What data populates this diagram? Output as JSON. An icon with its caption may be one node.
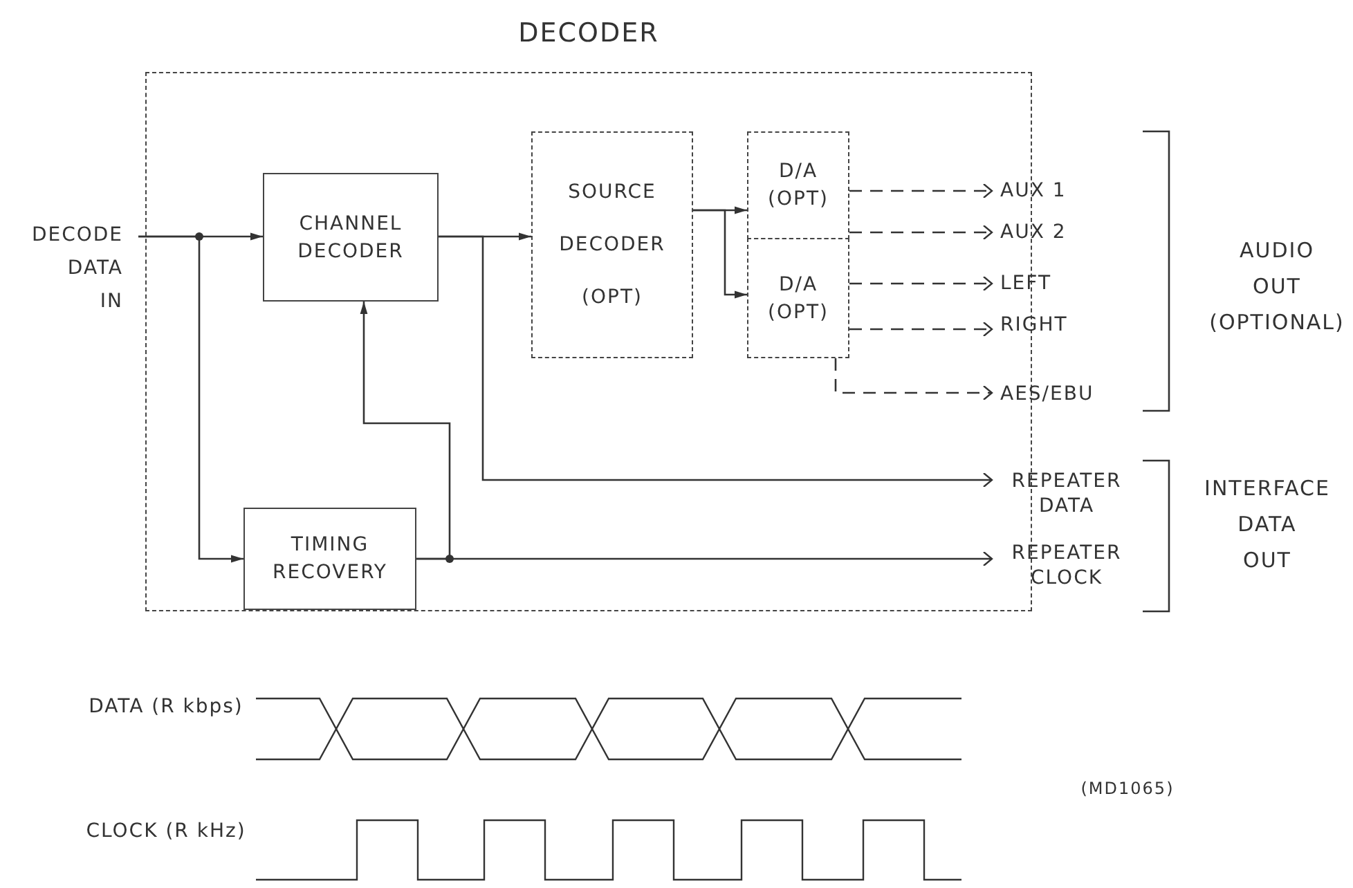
{
  "diagram": {
    "nodes": [
      {
        "text": [
          "DECODER"
        ]
      },
      {
        "text": [
          "DECODE DATA IN"
        ]
      },
      {
        "text": [
          "CHANNEL DECODER"
        ],
        "in": 0
      },
      {
        "text": [
          "SOURCE DECODER (OPT)"
        ],
        "in": 0
      },
      {
        "text": [
          "D/A (OPT)"
        ],
        "in": 0
      },
      {
        "text": [
          "D/A (OPT)"
        ],
        "in": 0
      },
      {
        "text": [
          "TIMING RECOVERY"
        ],
        "in": 0
      },
      {
        "text": [
          "AUX 1"
        ]
      },
      {
        "text": [
          "AUX 2"
        ]
      },
      {
        "text": [
          "LEFT"
        ]
      },
      {
        "text": [
          "RIGHT"
        ]
      },
      {
        "text": [
          "AES/EBU"
        ]
      },
      {
        "text": [
          "REPEATER DATA"
        ]
      },
      {
        "text": [
          "REPEATER CLOCK"
        ]
      }
    ],
    "edges": [
      {
        "from": 1,
        "to": 2,
        "arrow": "to"
      },
      {
        "from": 1,
        "to": 6,
        "arrow": "to"
      },
      {
        "from": 6,
        "to": 2,
        "arrow": "to"
      },
      {
        "from": 2,
        "to": 3,
        "arrow": "to"
      },
      {
        "from": 2,
        "to": 12,
        "arrow": "to"
      },
      {
        "from": 6,
        "to": 13,
        "arrow": "to"
      },
      {
        "from": 3,
        "to": 4,
        "arrow": "to"
      },
      {
        "from": 3,
        "to": 5,
        "arrow": "to"
      },
      {
        "from": 4,
        "to": 7,
        "arrow": "to",
        "style": "dashed"
      },
      {
        "from": 4,
        "to": 8,
        "arrow": "to",
        "style": "dashed"
      },
      {
        "from": 5,
        "to": 9,
        "arrow": "to",
        "style": "dashed"
      },
      {
        "from": 5,
        "to": 10,
        "arrow": "to",
        "style": "dashed"
      },
      {
        "from": 5,
        "to": 11,
        "arrow": "to",
        "style": "dashed"
      }
    ],
    "labels": [
      "AUDIO OUT (OPTIONAL)",
      "INTERFACE DATA OUT",
      "DATA (R kbps)",
      "CLOCK (R kHz)",
      "(MD1065)"
    ]
  }
}
